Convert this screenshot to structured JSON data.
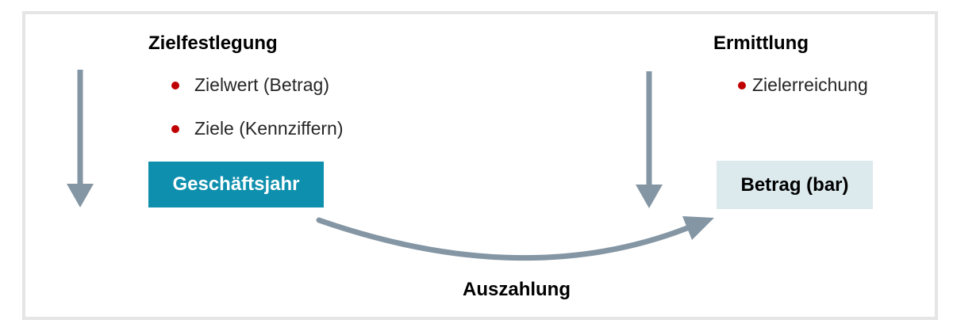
{
  "diagram": {
    "phase_left": {
      "heading": "Zielfestlegung",
      "bullets": [
        "Zielwert (Betrag)",
        "Ziele (Kennziffern)"
      ],
      "box_label": "Geschäftsjahr"
    },
    "phase_right": {
      "heading": "Ermittlung",
      "bullets": [
        "Zielerreichung"
      ],
      "box_label": "Betrag (bar)"
    },
    "flow_label": "Auszahlung",
    "colors": {
      "teal_box": "#0E8FAD",
      "light_box": "#DCE9ED",
      "arrow": "#8496A4",
      "bullet": "#C00000",
      "frame_border": "#E5E5E5",
      "heading_text": "#000000",
      "bullet_text": "#262626",
      "box_text_light": "#FFFFFF",
      "box_text_dark": "#000000"
    }
  }
}
